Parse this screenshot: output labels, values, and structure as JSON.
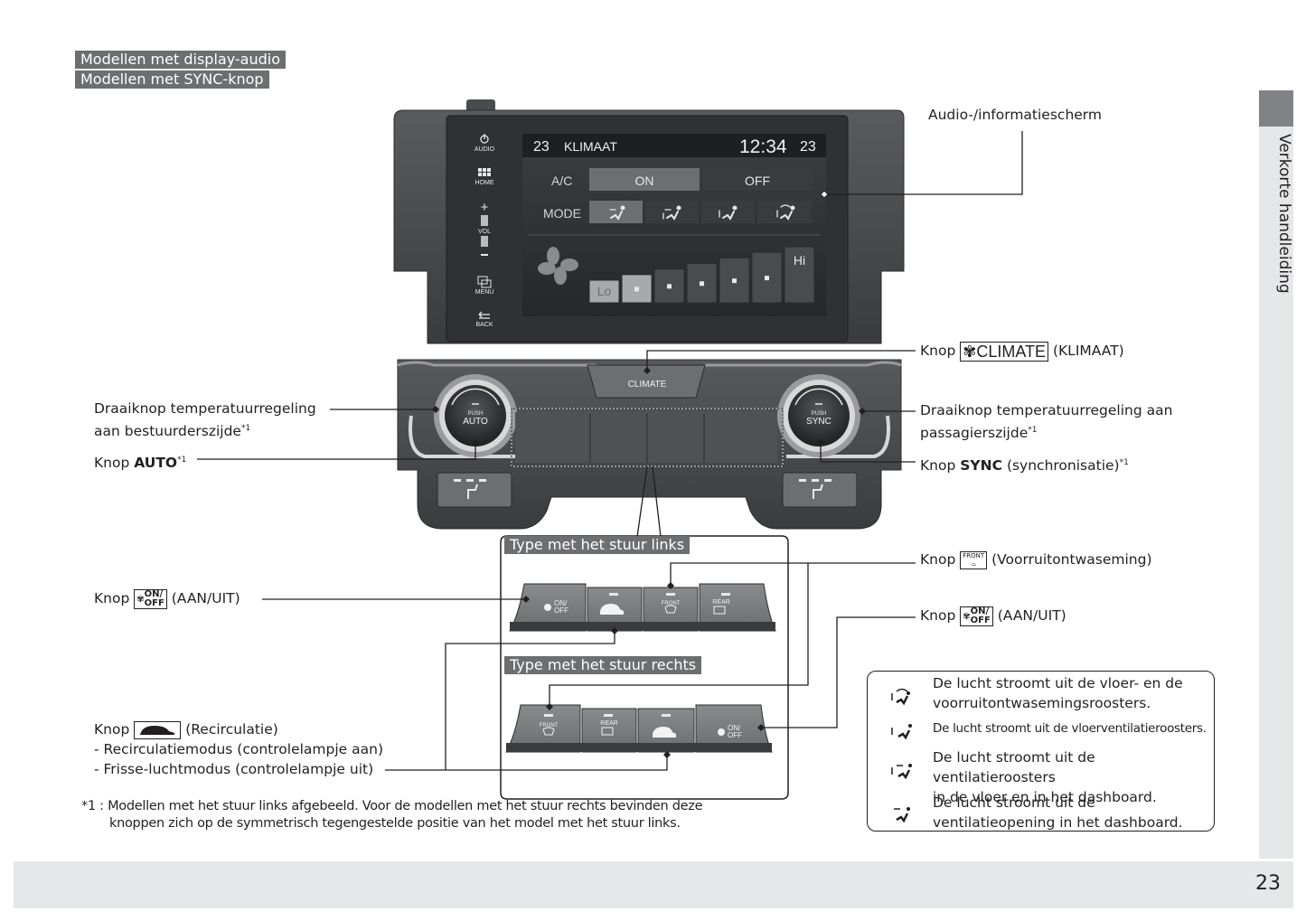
{
  "header_tags": [
    "Modellen met display-audio",
    "Modellen met SYNC-knop"
  ],
  "side_tab": {
    "label": "Verkorte handleiding"
  },
  "page_number": "23",
  "screen": {
    "side_buttons": [
      "AUDIO",
      "HOME",
      "VOL",
      "MENU",
      "BACK"
    ],
    "temp_left": "23",
    "title": "KLIMAAT",
    "clock": "12:34",
    "temp_right": "23",
    "ac_label": "A/C",
    "ac_on": "ON",
    "ac_off": "OFF",
    "ac_selected": "ON",
    "mode_label": "MODE",
    "mode_icons": [
      "dashboard-vent-icon",
      "floor-dashboard-vent-icon",
      "floor-vent-icon",
      "floor-defrost-vent-icon"
    ],
    "mode_selected_index": 0,
    "fan_levels": [
      "Lo",
      "",
      "",
      "",
      "",
      "",
      "Hi"
    ],
    "fan_level_selected": 2
  },
  "panel": {
    "climate_button": "CLIMATE",
    "left_knob": {
      "push": "PUSH",
      "label": "AUTO"
    },
    "right_knob": {
      "push": "PUSH",
      "label": "SYNC"
    }
  },
  "callouts": {
    "screen": "Audio-/informatiescherm",
    "climate_prefix": "Knop",
    "climate_icon_text": "CLIMATE",
    "climate_suffix": "(KLIMAAT)",
    "driver_knob_l1": "Draaiknop temperatuurregeling",
    "driver_knob_l2": "aan bestuurderszijde",
    "passenger_knob_l1": "Draaiknop temperatuurregeling aan",
    "passenger_knob_l2": "passagierszijde",
    "auto_prefix": "Knop",
    "auto_bold": "AUTO",
    "sync_prefix": "Knop",
    "sync_bold": "SYNC",
    "sync_suffix": "(synchronisatie)",
    "footnote_mark": "*1",
    "onoff_left_prefix": "Knop",
    "onoff_left_suffix": "(AAN/UIT)",
    "front_defrost_prefix": "Knop",
    "front_defrost_suffix": "(Voorruitontwaseming)",
    "onoff_right_prefix": "Knop",
    "onoff_right_suffix": "(AAN/UIT)",
    "recirc_prefix": "Knop",
    "recirc_suffix": "(Recirculatie)",
    "recirc_line1": "- Recirculatiemodus (controlelampje aan)",
    "recirc_line2": "- Frisse-luchtmodus (controlelampje uit)"
  },
  "button_rows": {
    "lhd_title": "Type met het stuur links",
    "rhd_title": "Type met het stuur rechts",
    "on_label": "ON/",
    "off_label": "OFF",
    "front_label": "FRONT",
    "rear_label": "REAR"
  },
  "legend": [
    {
      "icon": "floor-defrost-vent-icon",
      "text_l1": "De lucht stroomt uit de vloer- en de",
      "text_l2": "voorruitontwasemingsroosters."
    },
    {
      "icon": "floor-vent-icon",
      "text_l1": "De lucht stroomt uit de vloerventilatieroosters.",
      "text_l2": ""
    },
    {
      "icon": "floor-dashboard-vent-icon",
      "text_l1": "De lucht stroomt uit de ventilatieroosters",
      "text_l2": "in de vloer en in het dashboard."
    },
    {
      "icon": "dashboard-vent-icon",
      "text_l1": "De lucht stroomt uit de",
      "text_l2": "ventilatieopening in het dashboard."
    }
  ],
  "footnote": {
    "mark": "*1 :",
    "line1": "Modellen met het stuur links afgebeeld. Voor de modellen met het stuur rechts bevinden deze",
    "line2": "knoppen zich op de symmetrisch tegengestelde positie van het model met het stuur links."
  }
}
